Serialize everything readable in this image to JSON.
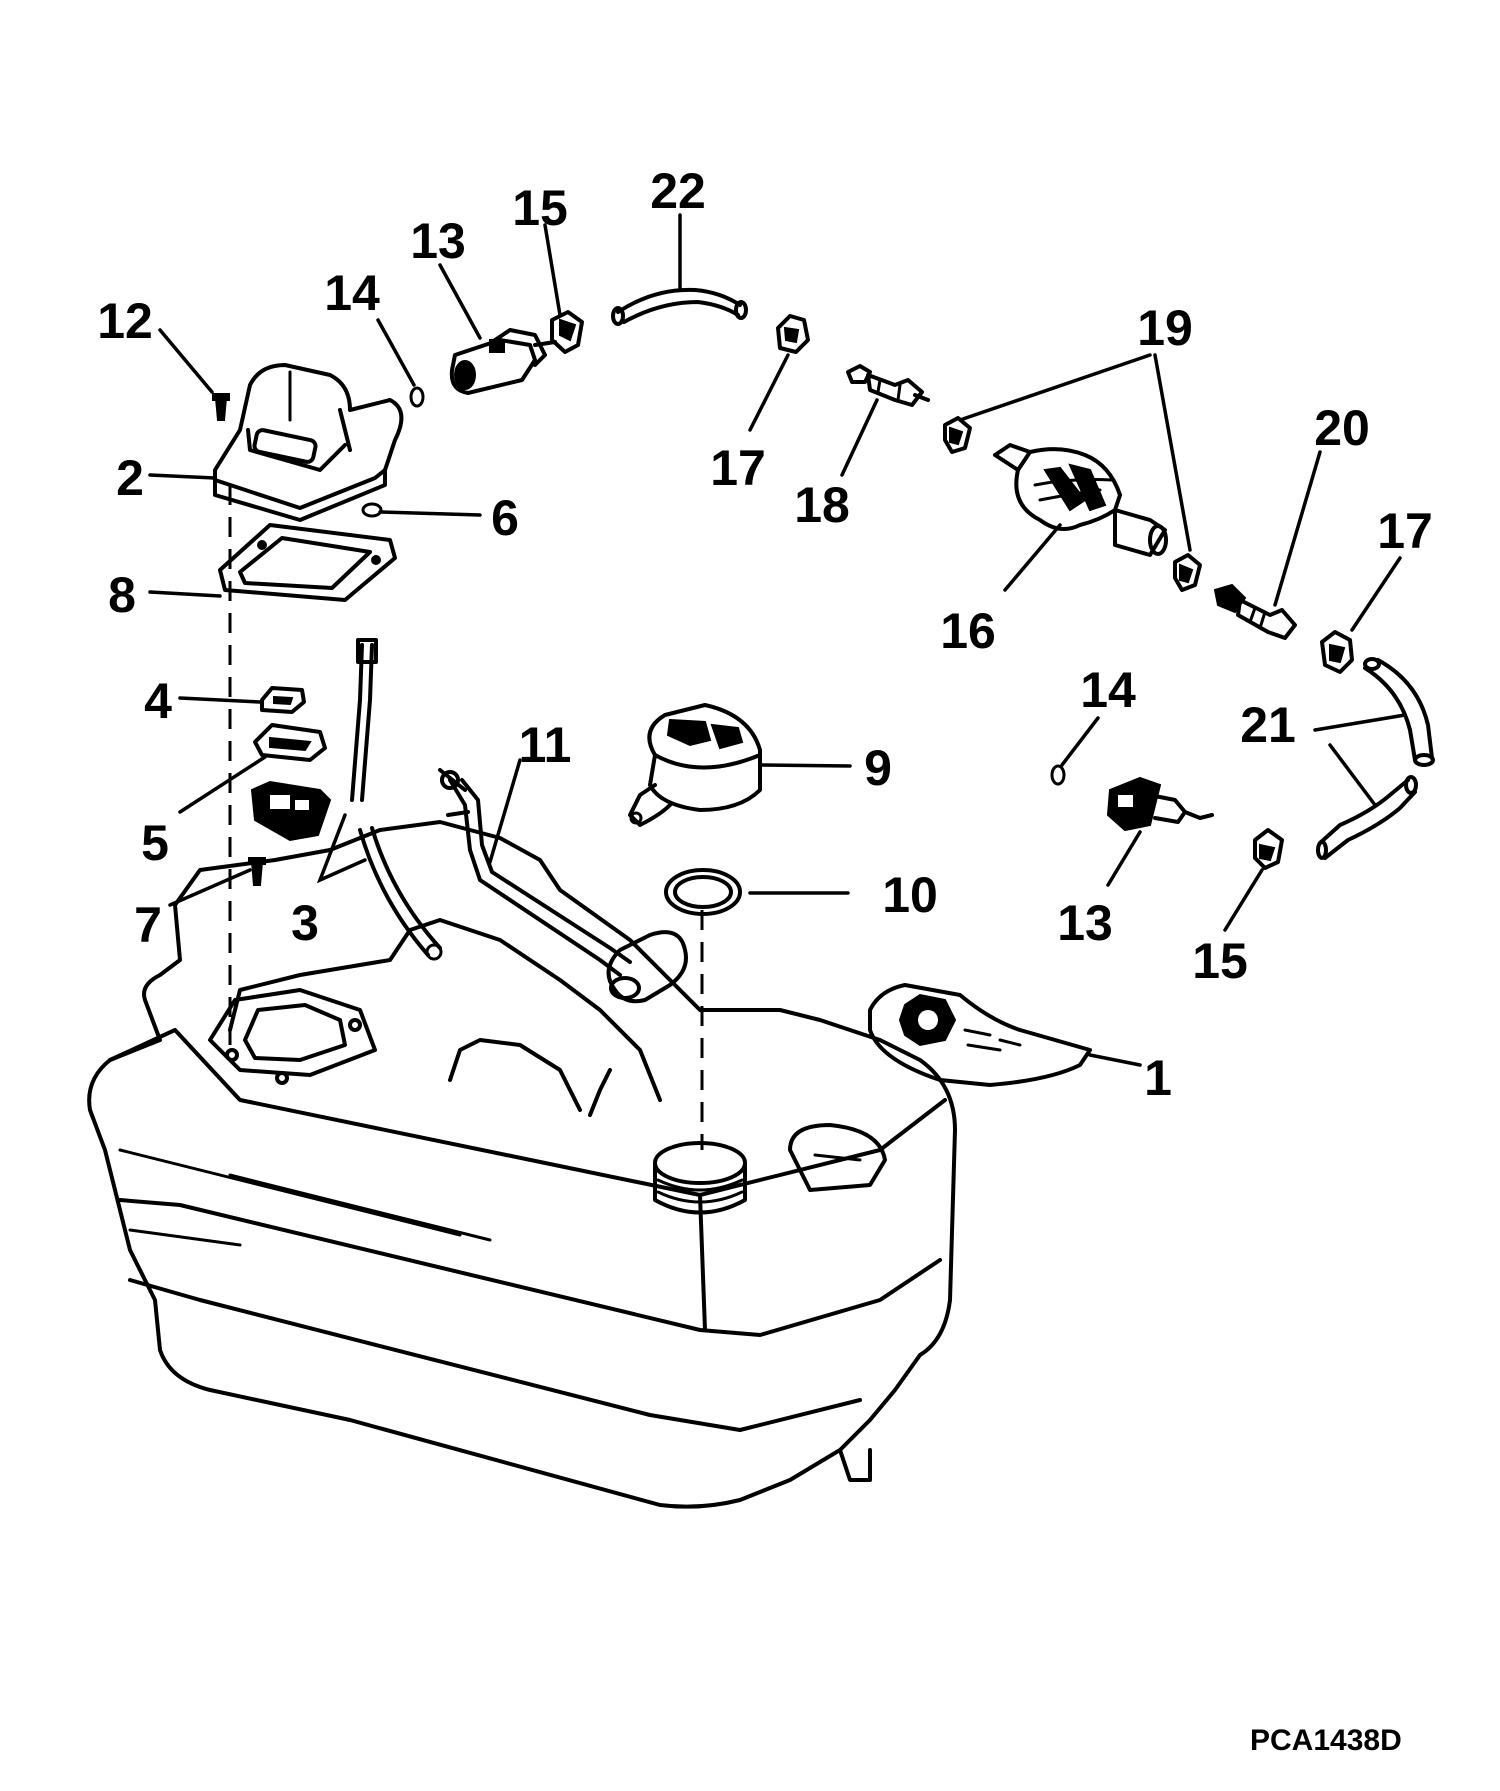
{
  "drawing_code": "PCA1438D",
  "callouts": [
    {
      "id": "c1",
      "label": "1"
    },
    {
      "id": "c2",
      "label": "2"
    },
    {
      "id": "c3",
      "label": "3"
    },
    {
      "id": "c4",
      "label": "4"
    },
    {
      "id": "c5",
      "label": "5"
    },
    {
      "id": "c6",
      "label": "6"
    },
    {
      "id": "c7",
      "label": "7"
    },
    {
      "id": "c8",
      "label": "8"
    },
    {
      "id": "c9",
      "label": "9"
    },
    {
      "id": "c10",
      "label": "10"
    },
    {
      "id": "c11",
      "label": "11"
    },
    {
      "id": "c12",
      "label": "12"
    },
    {
      "id": "c13a",
      "label": "13"
    },
    {
      "id": "c13b",
      "label": "13"
    },
    {
      "id": "c14a",
      "label": "14"
    },
    {
      "id": "c14b",
      "label": "14"
    },
    {
      "id": "c15a",
      "label": "15"
    },
    {
      "id": "c15b",
      "label": "15"
    },
    {
      "id": "c16",
      "label": "16"
    },
    {
      "id": "c17a",
      "label": "17"
    },
    {
      "id": "c17b",
      "label": "17"
    },
    {
      "id": "c18",
      "label": "18"
    },
    {
      "id": "c19",
      "label": "19"
    },
    {
      "id": "c20",
      "label": "20"
    },
    {
      "id": "c21",
      "label": "21"
    },
    {
      "id": "c22",
      "label": "22"
    }
  ]
}
